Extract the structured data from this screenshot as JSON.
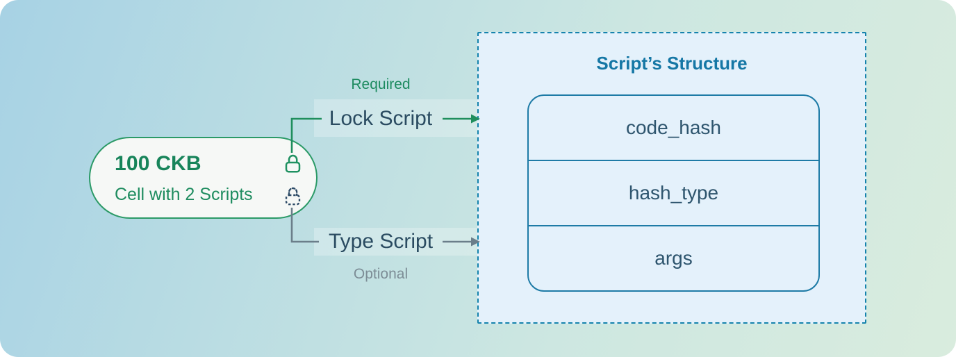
{
  "cell": {
    "amount": "100 CKB",
    "description": "Cell with 2 Scripts",
    "icons": [
      "lock-solid-icon",
      "lock-dashed-icon"
    ]
  },
  "lock_script": {
    "annotation": "Required",
    "label": "Lock Script"
  },
  "type_script": {
    "label": "Type Script",
    "annotation": "Optional"
  },
  "structure": {
    "title": "Script’s Structure",
    "fields": [
      "code_hash",
      "hash_type",
      "args"
    ]
  },
  "colors": {
    "background_blue": "#a7d2e4",
    "background_green": "#d9ecde",
    "green_accent": "#1f8e5d",
    "green_text": "#17845a",
    "pill_fill": "#f6f8f6",
    "pill_border": "#2b9a67",
    "navy_text": "#2a4b61",
    "gray_accent": "#6b7e8a",
    "gray_text": "#7d8d96",
    "blue_accent": "#1577a5",
    "box_fill": "#e4f1fb",
    "box_border": "#1583ad",
    "dashed_lock": "#2c4a66"
  }
}
